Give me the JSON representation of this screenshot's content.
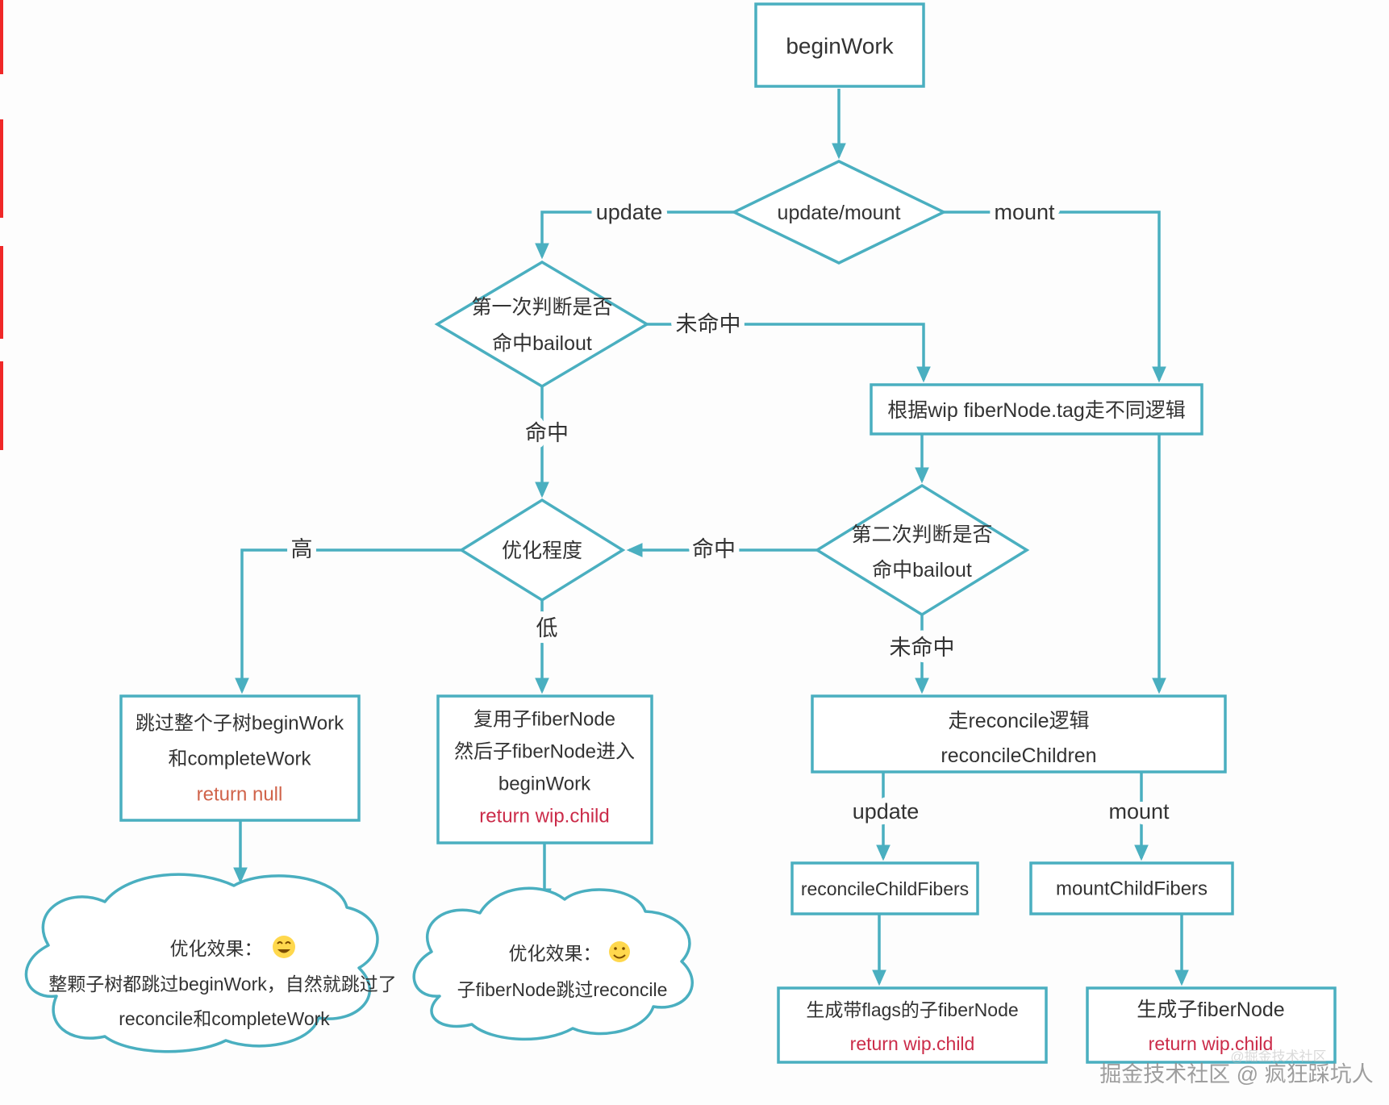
{
  "colors": {
    "line": "#4aafc0",
    "text": "#333333",
    "return_null": "#d0634a",
    "return_red": "#cb2b49",
    "watermark": "#8e8e8e",
    "edge_artifact_red": "#ee1111"
  },
  "nodes": {
    "begin_work": {
      "label": "beginWork"
    },
    "update_mount": {
      "label": "update/mount"
    },
    "first_bailout": {
      "line1": "第一次判断是否",
      "line2": "命中bailout"
    },
    "tag_logic": {
      "label": "根据wip fiberNode.tag走不同逻辑"
    },
    "optimize_level": {
      "label": "优化程度"
    },
    "second_bailout": {
      "line1": "第二次判断是否",
      "line2": "命中bailout"
    },
    "skip_subtree": {
      "line1": "跳过整个子树beginWork",
      "line2": "和completeWork",
      "return": "return null"
    },
    "reuse_fiber": {
      "line1": "复用子fiberNode",
      "line2": "然后子fiberNode进入",
      "line3": "beginWork",
      "return": "return wip.child"
    },
    "reconcile_logic": {
      "line1": "走reconcile逻辑",
      "line2": "reconcileChildren"
    },
    "reconcile_child_fibers": {
      "label": "reconcileChildFibers"
    },
    "mount_child_fibers": {
      "label": "mountChildFibers"
    },
    "gen_flags_fiber": {
      "line1": "生成带flags的子fiberNode",
      "return": "return wip.child"
    },
    "gen_fiber": {
      "line1": "生成子fiberNode",
      "return": "return wip.child"
    },
    "cloud_left": {
      "line1": "优化效果：",
      "emoji": "😄",
      "line2": "整颗子树都跳过beginWork，自然就跳过了",
      "line3": "reconcile和completeWork"
    },
    "cloud_right": {
      "line1": "优化效果：",
      "emoji": "😊",
      "line2": "子fiberNode跳过reconcile"
    }
  },
  "edge_labels": {
    "update1": "update",
    "mount1": "mount",
    "miss1": "未命中",
    "hit1": "命中",
    "high": "高",
    "low": "低",
    "hit2": "命中",
    "miss2": "未命中",
    "update2": "update",
    "mount2": "mount"
  },
  "watermark": {
    "main": "掘金技术社区 @ 疯狂踩坑人",
    "faint": "@掘金技术社区"
  }
}
